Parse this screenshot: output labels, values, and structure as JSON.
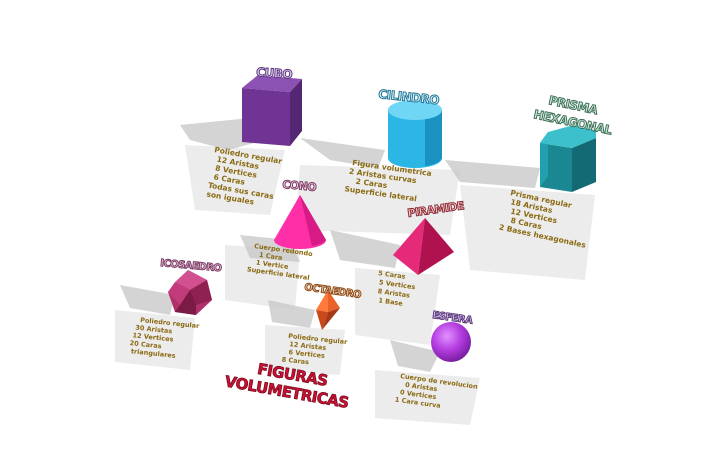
{
  "scene": {
    "title_line1": "FIGURAS",
    "title_line2": "VOLUMETRICAS",
    "colors": {
      "cube": "#7a3fa0",
      "cylinder": "#2bb6e6",
      "hex_prism": "#1d8e99",
      "cone": "#ff2fa8",
      "pyramid": "#d81b6a",
      "icosahedron": "#b0306a",
      "octahedron": "#e8622a",
      "sphere": "#b43de0",
      "title": "#cc1133",
      "caption": "#8a6a12"
    },
    "labels": {
      "cube": "CUBO",
      "cylinder": "CILINDRO",
      "hex_prism_1": "PRISMA",
      "hex_prism_2": "HEXAGONAL",
      "cone": "CONO",
      "pyramid": "PIRAMIDE",
      "icosahedron": "ICOSAEDRO",
      "octahedron": "OCTAEDRO",
      "sphere": "ESFERA"
    },
    "captions": {
      "cube": [
        "Poliedro regular",
        "12 Aristas",
        "8 Vertices",
        "6 Caras",
        "Todas sus caras",
        "son iguales"
      ],
      "cylinder": [
        "Figura volumetrica",
        "2 Aristas curvas",
        "2 Caras",
        "Superficie lateral"
      ],
      "hex_prism": [
        "Prisma regular",
        "18 Aristas",
        "12 Vertices",
        "8 Caras",
        "2 Bases hexagonales"
      ],
      "cone": [
        "Cuerpo redondo",
        "1 Cara",
        "1 Vertice",
        "Superficie lateral"
      ],
      "pyramid": [
        "5 Caras",
        "5 Vertices",
        "8 Aristas",
        "1 Base"
      ],
      "icosahedron": [
        "Poliedro regular",
        "30 Aristas",
        "12 Vertices",
        "20 Caras",
        "triangulares"
      ],
      "octahedron": [
        "Poliedro regular",
        "12 Aristas",
        "6 Vertices",
        "8 Caras"
      ],
      "sphere": [
        "Cuerpo de revolucion",
        "0 Aristas",
        "0 Vertices",
        "1 Cara curva"
      ]
    }
  }
}
